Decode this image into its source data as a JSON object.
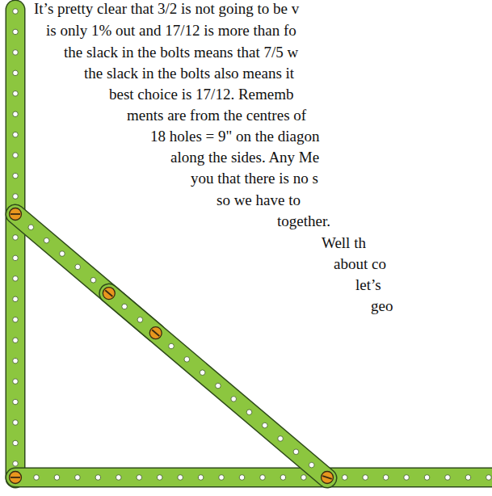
{
  "diagram": {
    "labels": [
      "It’s pretty clear that 3/2 is not going to be v",
      "is only 1% out and 17/12 is more than fo",
      "the slack in the bolts means that 7/5 w",
      "the slack in the bolts also means it",
      "best choice is 17/12. Rememb",
      "ments are from the centres of",
      "18 holes = 9\" on the diagon",
      "along the sides. Any Me",
      "you that there is no s",
      "so we have to",
      "together.",
      "Well th",
      "about co",
      "let’s",
      "geo"
    ]
  }
}
